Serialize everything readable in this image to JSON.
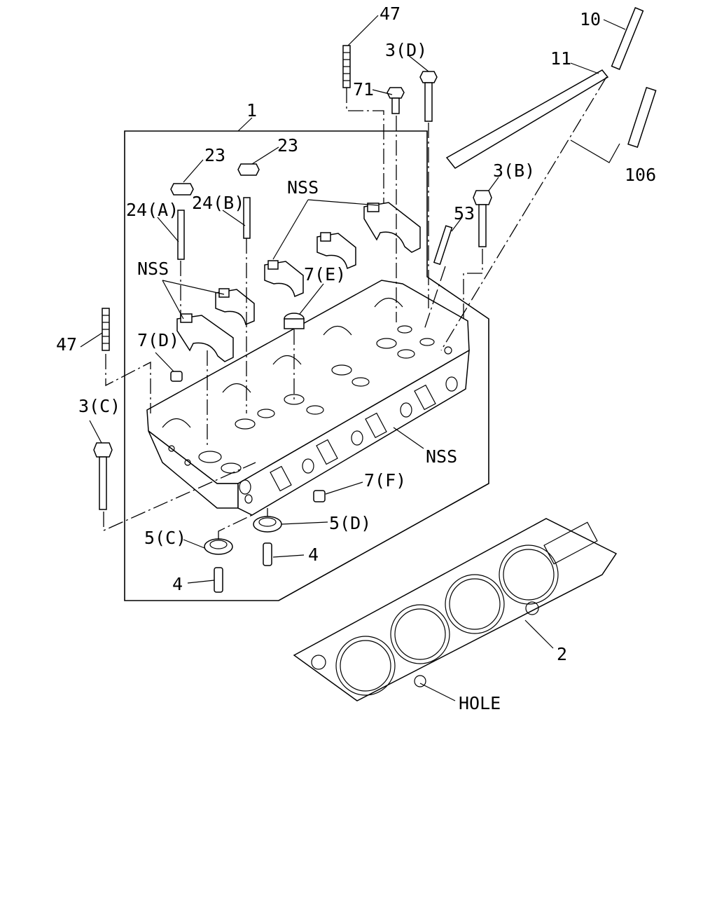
{
  "labels": {
    "p1": "1",
    "p2": "2",
    "p3a": "3(B)",
    "p3c": "3(C)",
    "p3d": "3(D)",
    "p4a": "4",
    "p4b": "4",
    "p5c": "5(C)",
    "p5d": "5(D)",
    "p7d": "7(D)",
    "p7e": "7(E)",
    "p7f": "7(F)",
    "p10": "10",
    "p11": "11",
    "p23a": "23",
    "p23b": "23",
    "p24a": "24(A)",
    "p24b": "24(B)",
    "p47a": "47",
    "p47b": "47",
    "p53": "53",
    "p71": "71",
    "p106": "106",
    "nss1": "NSS",
    "nss2": "NSS",
    "nss3": "NSS",
    "hole": "HOLE"
  }
}
